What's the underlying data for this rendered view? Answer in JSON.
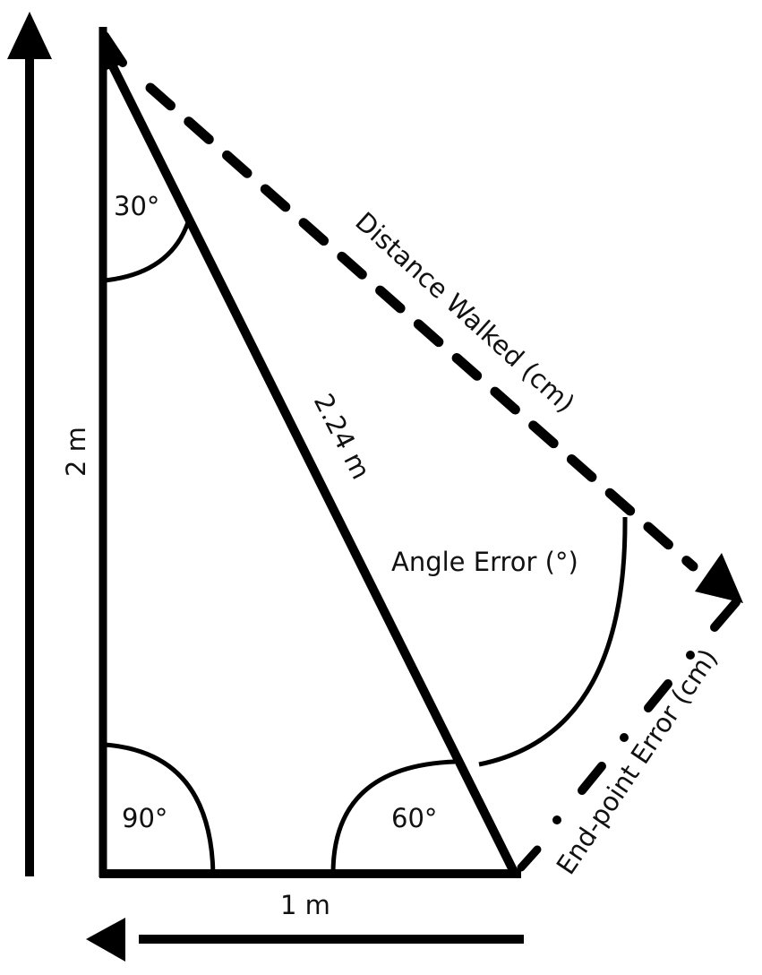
{
  "diagram": {
    "description": "Triangle walking path task schematic",
    "colors": {
      "stroke": "#000000",
      "background": "#ffffff",
      "text": "#111111"
    },
    "sides": {
      "vertical": "2 m",
      "base": "1 m",
      "hypotenuse": "2.24 m"
    },
    "angles": {
      "top": "30°",
      "bottom_left": "90°",
      "bottom_right": "60°"
    },
    "measures": {
      "distance_walked": "Distance Walked (cm)",
      "angle_error": "Angle Error (°)",
      "end_point_error": "End-point Error (cm)"
    },
    "arrows": {
      "left_vertical": "up",
      "bottom_horizontal": "left",
      "dashed_path": "down-right",
      "endpoint_path": "up-right"
    }
  }
}
